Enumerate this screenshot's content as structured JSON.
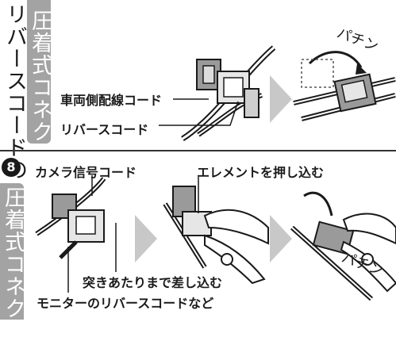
{
  "top_section": {
    "tab_text_outer": "リバースコードの",
    "tab_text_inner": "圧着式コネクター",
    "label_vehicle_wire": "車両側配線コード",
    "label_reverse_cord": "リバースコード",
    "sfx": "パチン"
  },
  "bottom_section": {
    "step_number": "8",
    "tab_text": "圧着式コネクター",
    "label_camera_cord": "カメラ信号コード",
    "label_push_element": "エレメントを押し込む",
    "label_insert_fully": "突きあたりまで差し込む",
    "label_monitor_cord": "モニターのリバースコードなど",
    "sfx": "パチン"
  },
  "colors": {
    "tab_gray": "#a3a3a3",
    "arrow_gray": "#c8c8c8",
    "line": "#1a1a1a"
  }
}
